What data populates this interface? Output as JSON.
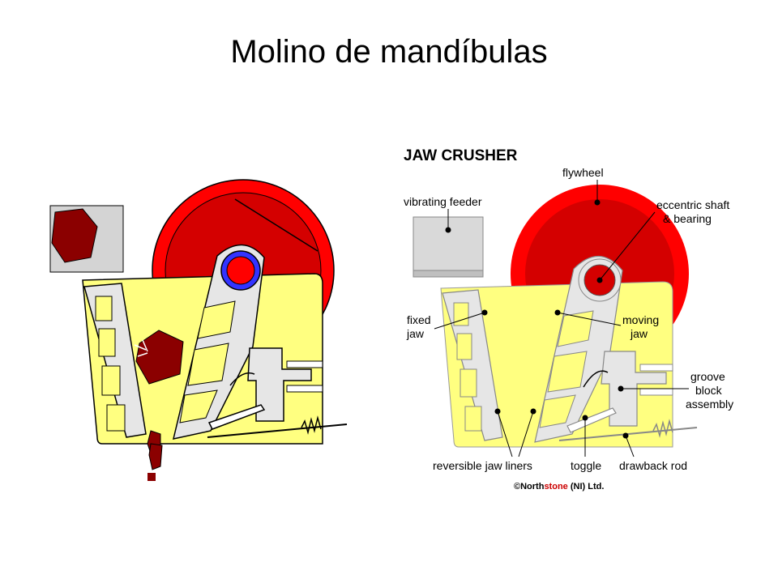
{
  "slide": {
    "title": "Molino de mandíbulas"
  },
  "diagram": {
    "heading": "JAW CRUSHER",
    "labels": {
      "flywheel": "flywheel",
      "vibrating_feeder": "vibrating feeder",
      "eccentric_shaft_1": "eccentric shaft",
      "eccentric_shaft_2": "& bearing",
      "fixed_jaw_1": "fixed",
      "fixed_jaw_2": "jaw",
      "moving_jaw_1": "moving",
      "moving_jaw_2": "jaw",
      "groove_1": "groove",
      "groove_2": "block",
      "groove_3": "assembly",
      "reversible_liners": "reversible jaw liners",
      "toggle": "toggle",
      "drawback_rod": "drawback rod"
    },
    "copyright_symbol": "©",
    "copyright_brand_a": "North",
    "copyright_brand_b": "stone",
    "copyright_rest": " (NI) Ltd."
  },
  "colors": {
    "frame_yellow": "#ffff80",
    "flywheel_red": "#ff0000",
    "flywheel_dark": "#d40000",
    "rock": "#8b0000",
    "feeder_gray": "#d9d9d9",
    "bearing_blue": "#3333ff",
    "brand_red": "#cc0000"
  }
}
